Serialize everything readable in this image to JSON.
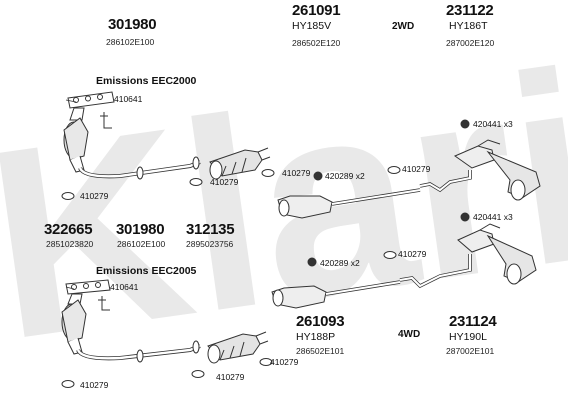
{
  "watermark": {
    "text": "Klarius",
    "color": "#e9e9e9"
  },
  "sections": {
    "top": {
      "heading": "Emissions EEC2000"
    },
    "bottom": {
      "heading": "Emissions EEC2005"
    }
  },
  "parts": {
    "p301980_top": {
      "number": "301980",
      "code": "286102E100"
    },
    "p261091": {
      "number": "261091",
      "model": "HY185V",
      "code": "286502E120"
    },
    "drive_2wd": "2WD",
    "p231122": {
      "number": "231122",
      "model": "HY186T",
      "code": "287002E120"
    },
    "p322665": {
      "number": "322665",
      "code": "2851023820"
    },
    "p301980_mid": {
      "number": "301980",
      "code": "286102E100"
    },
    "p312135": {
      "number": "312135",
      "code": "2895023756"
    },
    "p261093": {
      "number": "261093",
      "model": "HY188P",
      "code": "286502E101"
    },
    "drive_4wd": "4WD",
    "p231124": {
      "number": "231124",
      "model": "HY190L",
      "code": "287002E101"
    }
  },
  "labels": {
    "l410641_top": "410641",
    "l410279_a": "410279",
    "l410279_b": "410279",
    "l410279_c": "410279",
    "l420289_top": "420289 x2",
    "l410279_d": "410279",
    "l420441_top": "420441 x3",
    "l420441_bot": "420441 x3",
    "l410641_bot": "410641",
    "l420289_bot": "420289 x2",
    "l410279_e": "410279",
    "l410279_f": "410279",
    "l410279_g": "410279",
    "l410279_h": "410279"
  }
}
